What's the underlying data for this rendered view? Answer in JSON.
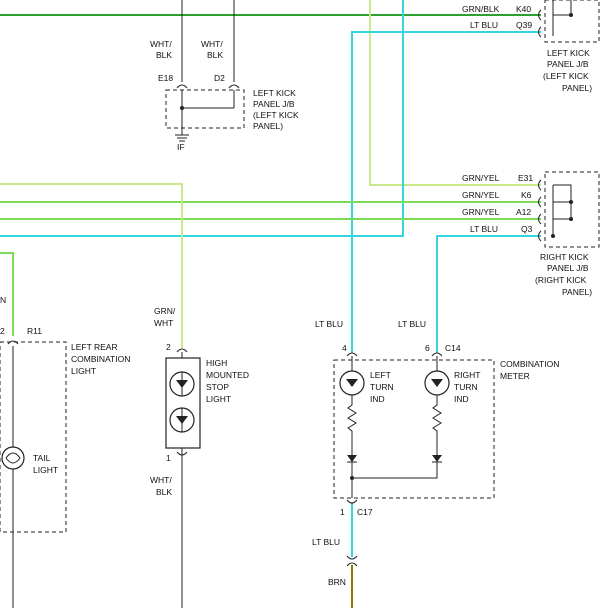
{
  "colors": {
    "green": "#7ed957",
    "lightgreen": "#c8e88a",
    "cyan": "#33d6e0",
    "black": "#222222",
    "brown": "#8a7a00"
  },
  "wire_labels": {
    "grn_blk_k40": "GRN/BLK",
    "k40": "K40",
    "lt_blu_q39": "LT BLU",
    "q39": "Q39",
    "grn_yel_e31": "GRN/YEL",
    "e31": "E31",
    "grn_yel_k6": "GRN/YEL",
    "k6": "K6",
    "grn_yel_a12": "GRN/YEL",
    "a12": "A12",
    "lt_blu_q3": "LT BLU",
    "q3": "Q3",
    "wht_blk_1": "WHT/",
    "wht_blk_1b": "BLK",
    "wht_blk_2": "WHT/",
    "wht_blk_2b": "BLK",
    "e18": "E18",
    "d2": "D2",
    "grn_wht_1": "GRN/",
    "grn_wht_2": "WHT",
    "lt_blu_left": "LT BLU",
    "lt_blu_right": "LT BLU",
    "pin4": "4",
    "pin6": "6",
    "c14": "C14",
    "pin2_stop": "2",
    "pin1_stop": "1",
    "wht_blk_3": "WHT/",
    "wht_blk_3b": "BLK",
    "pin1_meter": "1",
    "c17": "C17",
    "lt_blu_bottom": "LT BLU",
    "brn": "BRN",
    "n_left": "N",
    "pin2_r11": "2",
    "r11": "R11",
    "ground_if": "IF"
  },
  "components": {
    "left_kick_lines": [
      "LEFT KICK",
      "PANEL J/B",
      "(LEFT KICK",
      "PANEL)"
    ],
    "right_kick_top_lines": [
      "LEFT KICK",
      "PANEL J/B",
      "(LEFT KICK",
      "PANEL)"
    ],
    "right_kick_lines": [
      "RIGHT KICK",
      "PANEL J/B",
      "(RIGHT KICK",
      "PANEL)"
    ],
    "combination_light_lines": [
      "LEFT REAR",
      "COMBINATION",
      "LIGHT"
    ],
    "stop_light_lines": [
      "HIGH",
      "MOUNTED",
      "STOP",
      "LIGHT"
    ],
    "tail_light_lines": [
      "TAIL",
      "LIGHT"
    ],
    "combination_meter_lines": [
      "COMBINATION",
      "METER"
    ],
    "left_turn_lines": [
      "LEFT",
      "TURN",
      "IND"
    ],
    "right_turn_lines": [
      "RIGHT",
      "TURN",
      "IND"
    ]
  }
}
